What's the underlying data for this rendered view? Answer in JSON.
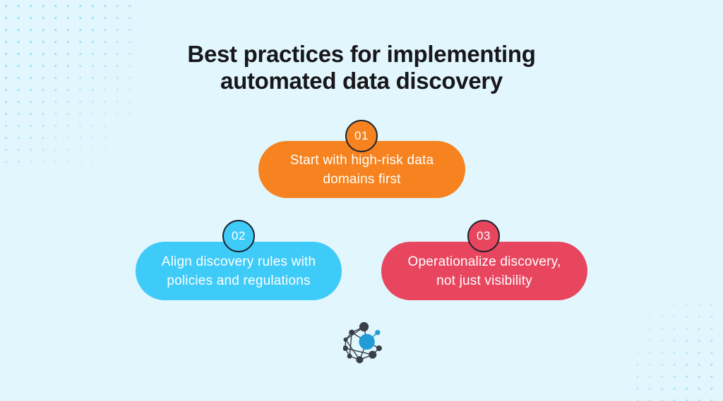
{
  "title": {
    "line1": "Best practices for implementing",
    "line2": "automated data discovery"
  },
  "cards": [
    {
      "number": "01",
      "line1": "Start with high-risk data",
      "line2": "domains first",
      "color": "#f6831f"
    },
    {
      "number": "02",
      "line1": "Align discovery rules with",
      "line2": "policies and regulations",
      "color": "#3fcbf8"
    },
    {
      "number": "03",
      "line1": "Operationalize discovery,",
      "line2": "not just visibility",
      "color": "#e8465f"
    }
  ],
  "colors": {
    "background": "#e1f6fd",
    "corner_dots": "#9fdff7",
    "title_text": "#17171c",
    "card_text": "#ffffff",
    "badge_border": "#1c232e",
    "logo_dark": "#3a4047",
    "logo_blue": "#219cd7"
  },
  "icons": {
    "logo": "network-graph-icon"
  }
}
